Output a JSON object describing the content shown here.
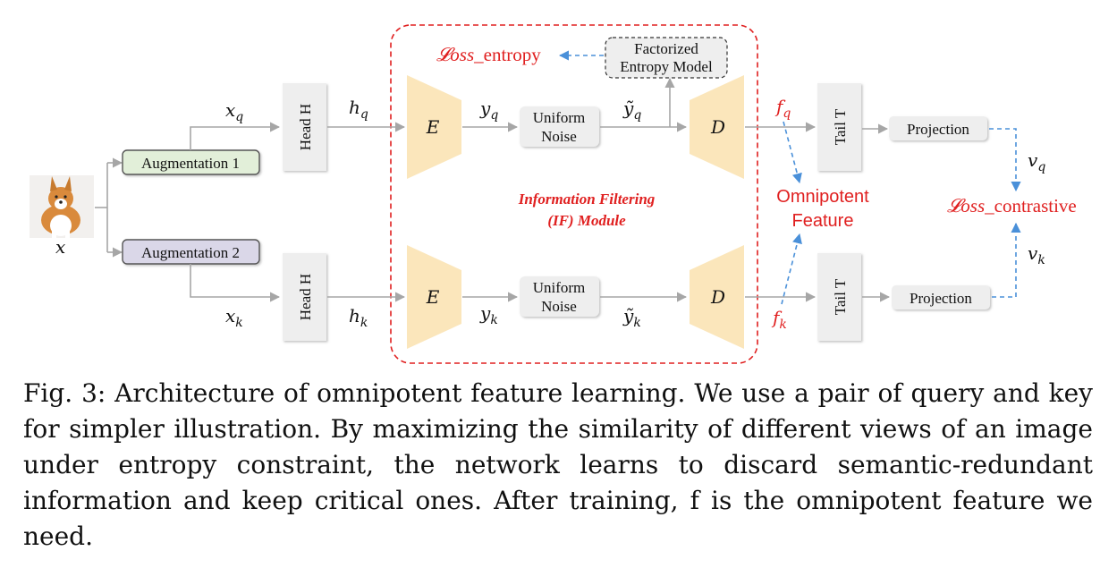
{
  "diagram": {
    "input_label": "x",
    "aug1": "Augmentation 1",
    "aug2": "Augmentation 2",
    "xq": "x",
    "xq_sub": "q",
    "xk": "x",
    "xk_sub": "k",
    "head": "Head H",
    "hq": "h",
    "hq_sub": "q",
    "hk": "h",
    "hk_sub": "k",
    "encoder": "E",
    "decoder": "D",
    "yq": "y",
    "yq_sub": "q",
    "yk": "y",
    "yk_sub": "k",
    "noise_line1": "Uniform",
    "noise_line2": "Noise",
    "ytq": "ỹ",
    "ytq_sub": "q",
    "ytk": "ỹ",
    "ytk_sub": "k",
    "entropy_line1": "Factorized",
    "entropy_line2": "Entropy Model",
    "loss_entropy_script": "𝓛oss",
    "loss_entropy_suffix": "_entropy",
    "module_line1": "Information Filtering",
    "module_line2": "(IF) Module",
    "fq": "f",
    "fq_sub": "q",
    "fk": "f",
    "fk_sub": "k",
    "omni_line1": "Omnipotent",
    "omni_line2": "Feature",
    "tail": "Tail T",
    "projection": "Projection",
    "vq": "v",
    "vq_sub": "q",
    "vk": "v",
    "vk_sub": "k",
    "loss_con_script": "𝓛oss",
    "loss_con_suffix": "_contrastive",
    "colors": {
      "aug1_fill": "#e2efd9",
      "aug2_fill": "#dad7e8",
      "trapezoid_fill": "#fbe6bb",
      "box_fill": "#eeeeee",
      "arrow": "#a6a6a6",
      "dashed_blue": "#4a90d9",
      "red": "#e02020"
    }
  },
  "caption": "Fig. 3: Architecture of omnipotent feature learning. We use a pair of query and key for simpler illustration. By maximizing the similarity of different views of an image under entropy constraint, the network learns to discard semantic-redundant information and keep critical ones. After training, f is the omnipotent feature we need."
}
